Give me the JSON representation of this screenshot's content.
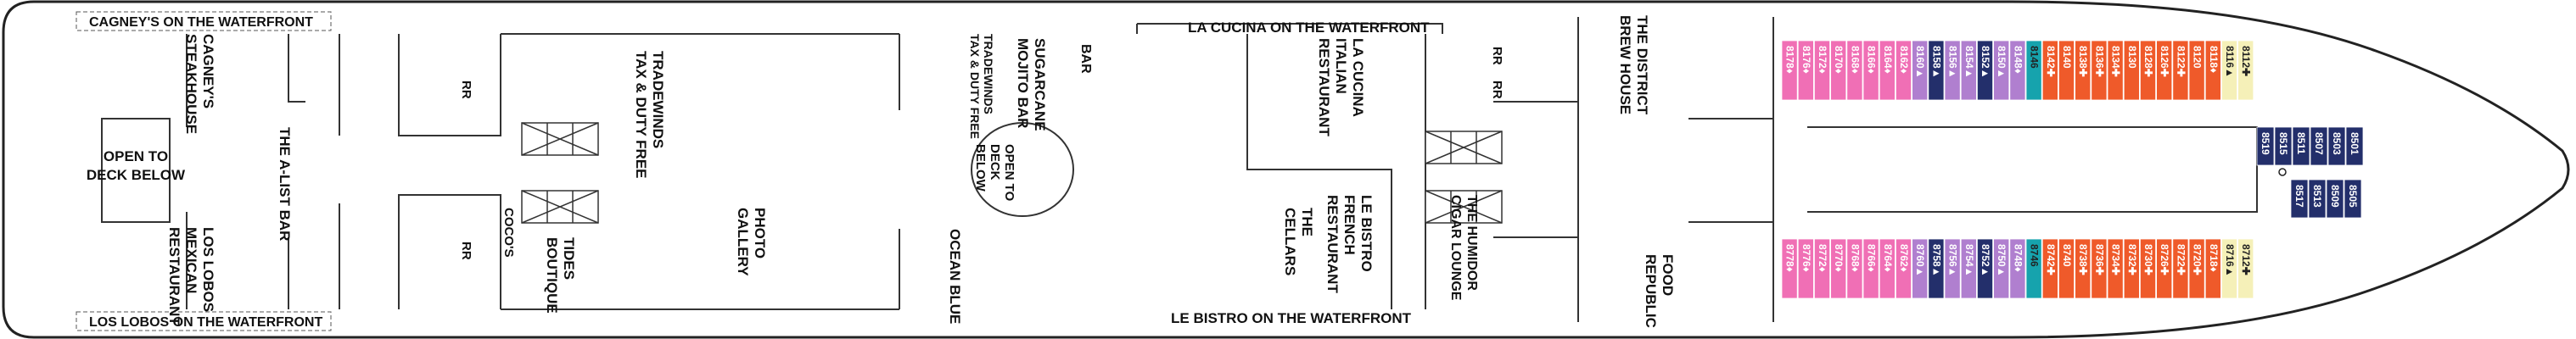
{
  "venues": {
    "cagneys_waterfront": "CAGNEY'S ON THE WATERFRONT",
    "cagneys_steakhouse": [
      "CAGNEY'S",
      "STEAKHOUSE"
    ],
    "open_deck_left": [
      "OPEN TO",
      "DECK BELOW"
    ],
    "a_list_bar": "THE A-LIST BAR",
    "los_lobos_restaurant": [
      "LOS LOBOS",
      "MEXICAN",
      "RESTAURANT"
    ],
    "los_lobos_waterfront": "LOS LOBOS ON THE WATERFRONT",
    "rr": "RR",
    "cocos": "COCO'S",
    "tides_boutique": [
      "TIDES",
      "BOUTIQUE"
    ],
    "tradewinds": [
      "TRADEWINDS",
      "TAX & DUTY FREE"
    ],
    "photo_gallery": [
      "PHOTO",
      "GALLERY"
    ],
    "sugarcane_bar": [
      "SUGARCANE",
      "MOJITO BAR"
    ],
    "tradewinds_small": [
      "TRADEWINDS",
      "TAX & DUTY FREE"
    ],
    "bar": "BAR",
    "open_deck_center": [
      "OPEN TO",
      "DECK",
      "BELOW"
    ],
    "ocean_blue": "OCEAN BLUE",
    "la_cucina_waterfront": "LA CUCINA ON THE WATERFRONT",
    "la_cucina_restaurant": [
      "LA CUCINA",
      "ITALIAN",
      "RESTAURANT"
    ],
    "le_bistro_waterfront": "LE BISTRO ON THE WATERFRONT",
    "the_cellars": [
      "THE",
      "CELLARS"
    ],
    "le_bistro_restaurant": [
      "LE BISTRO",
      "FRENCH",
      "RESTAURANT"
    ],
    "humidor": [
      "THE HUMIDOR",
      "CIGAR LOUNGE"
    ],
    "district_brew_house": [
      "THE DISTRICT",
      "BREW HOUSE"
    ],
    "food_republic": [
      "FOOD",
      "REPUBLIC"
    ]
  },
  "colors": {
    "pink": "#f06fb5",
    "purple": "#b07fcf",
    "navy": "#232f6b",
    "teal": "#16a3ad",
    "orange": "#ef5a2a",
    "cream": "#f5f0b8",
    "outline": "#222222"
  },
  "cabins": {
    "top_row": [
      {
        "num": "8178",
        "suf": "♦",
        "cat": "pink"
      },
      {
        "num": "8176",
        "suf": "♦",
        "cat": "pink"
      },
      {
        "num": "8172",
        "suf": "♦",
        "cat": "pink"
      },
      {
        "num": "8170",
        "suf": "♦",
        "cat": "pink"
      },
      {
        "num": "8168",
        "suf": "♦",
        "cat": "pink"
      },
      {
        "num": "8166",
        "suf": "♦",
        "cat": "pink"
      },
      {
        "num": "8164",
        "suf": "♦",
        "cat": "pink"
      },
      {
        "num": "8162",
        "suf": "♦",
        "cat": "pink"
      },
      {
        "num": "8160",
        "suf": "▲",
        "cat": "purple"
      },
      {
        "num": "8158",
        "suf": "▲",
        "cat": "navy"
      },
      {
        "num": "8156",
        "suf": "▲",
        "cat": "purple"
      },
      {
        "num": "8154",
        "suf": "▲",
        "cat": "purple"
      },
      {
        "num": "8152",
        "suf": "▲",
        "cat": "navy"
      },
      {
        "num": "8150",
        "suf": "▲",
        "cat": "purple"
      },
      {
        "num": "8148",
        "suf": "♦",
        "cat": "purple"
      },
      {
        "num": "8146",
        "suf": "",
        "cat": "teal"
      },
      {
        "num": "8142",
        "suf": "✚",
        "cat": "orange"
      },
      {
        "num": "8140",
        "suf": "",
        "cat": "orange"
      },
      {
        "num": "8138",
        "suf": "✚",
        "cat": "orange"
      },
      {
        "num": "8136",
        "suf": "✚",
        "cat": "orange"
      },
      {
        "num": "8134",
        "suf": "✚",
        "cat": "orange"
      },
      {
        "num": "8130",
        "suf": "",
        "cat": "orange"
      },
      {
        "num": "8128",
        "suf": "✚",
        "cat": "orange"
      },
      {
        "num": "8126",
        "suf": "✚",
        "cat": "orange"
      },
      {
        "num": "8122",
        "suf": "✚",
        "cat": "orange"
      },
      {
        "num": "8120",
        "suf": "",
        "cat": "orange"
      },
      {
        "num": "8118",
        "suf": "♦",
        "cat": "orange"
      },
      {
        "num": "8116",
        "suf": "▲",
        "cat": "cream"
      },
      {
        "num": "8112",
        "suf": "✚",
        "cat": "cream"
      }
    ],
    "bottom_row": [
      {
        "num": "8778",
        "suf": "♦",
        "cat": "pink"
      },
      {
        "num": "8776",
        "suf": "♦",
        "cat": "pink"
      },
      {
        "num": "8772",
        "suf": "♦",
        "cat": "pink"
      },
      {
        "num": "8770",
        "suf": "♦",
        "cat": "pink"
      },
      {
        "num": "8768",
        "suf": "♦",
        "cat": "pink"
      },
      {
        "num": "8766",
        "suf": "♦",
        "cat": "pink"
      },
      {
        "num": "8764",
        "suf": "♦",
        "cat": "pink"
      },
      {
        "num": "8762",
        "suf": "♦",
        "cat": "pink"
      },
      {
        "num": "8760",
        "suf": "▲",
        "cat": "purple"
      },
      {
        "num": "8758",
        "suf": "▲",
        "cat": "navy"
      },
      {
        "num": "8756",
        "suf": "▲",
        "cat": "purple"
      },
      {
        "num": "8754",
        "suf": "▲",
        "cat": "purple"
      },
      {
        "num": "8752",
        "suf": "▲",
        "cat": "navy"
      },
      {
        "num": "8750",
        "suf": "▲",
        "cat": "purple"
      },
      {
        "num": "8748",
        "suf": "♦",
        "cat": "purple"
      },
      {
        "num": "8746",
        "suf": "",
        "cat": "teal"
      },
      {
        "num": "8742",
        "suf": "✚",
        "cat": "orange"
      },
      {
        "num": "8740",
        "suf": "",
        "cat": "orange"
      },
      {
        "num": "8738",
        "suf": "✚",
        "cat": "orange"
      },
      {
        "num": "8736",
        "suf": "✚",
        "cat": "orange"
      },
      {
        "num": "8734",
        "suf": "✚",
        "cat": "orange"
      },
      {
        "num": "8732",
        "suf": "✚",
        "cat": "orange"
      },
      {
        "num": "8730",
        "suf": "✚",
        "cat": "orange"
      },
      {
        "num": "8726",
        "suf": "✚",
        "cat": "orange"
      },
      {
        "num": "8722",
        "suf": "✚",
        "cat": "orange"
      },
      {
        "num": "8720",
        "suf": "✚",
        "cat": "orange"
      },
      {
        "num": "8718",
        "suf": "♦",
        "cat": "orange"
      },
      {
        "num": "8716",
        "suf": "▲",
        "cat": "cream"
      },
      {
        "num": "8712",
        "suf": "✚",
        "cat": "cream"
      }
    ],
    "center_top_labels": [
      "8519",
      "8515",
      "8511",
      "8507",
      "8503",
      "8501"
    ],
    "center_bottom_labels": [
      "8517",
      "8513",
      "8509",
      "8505"
    ]
  }
}
